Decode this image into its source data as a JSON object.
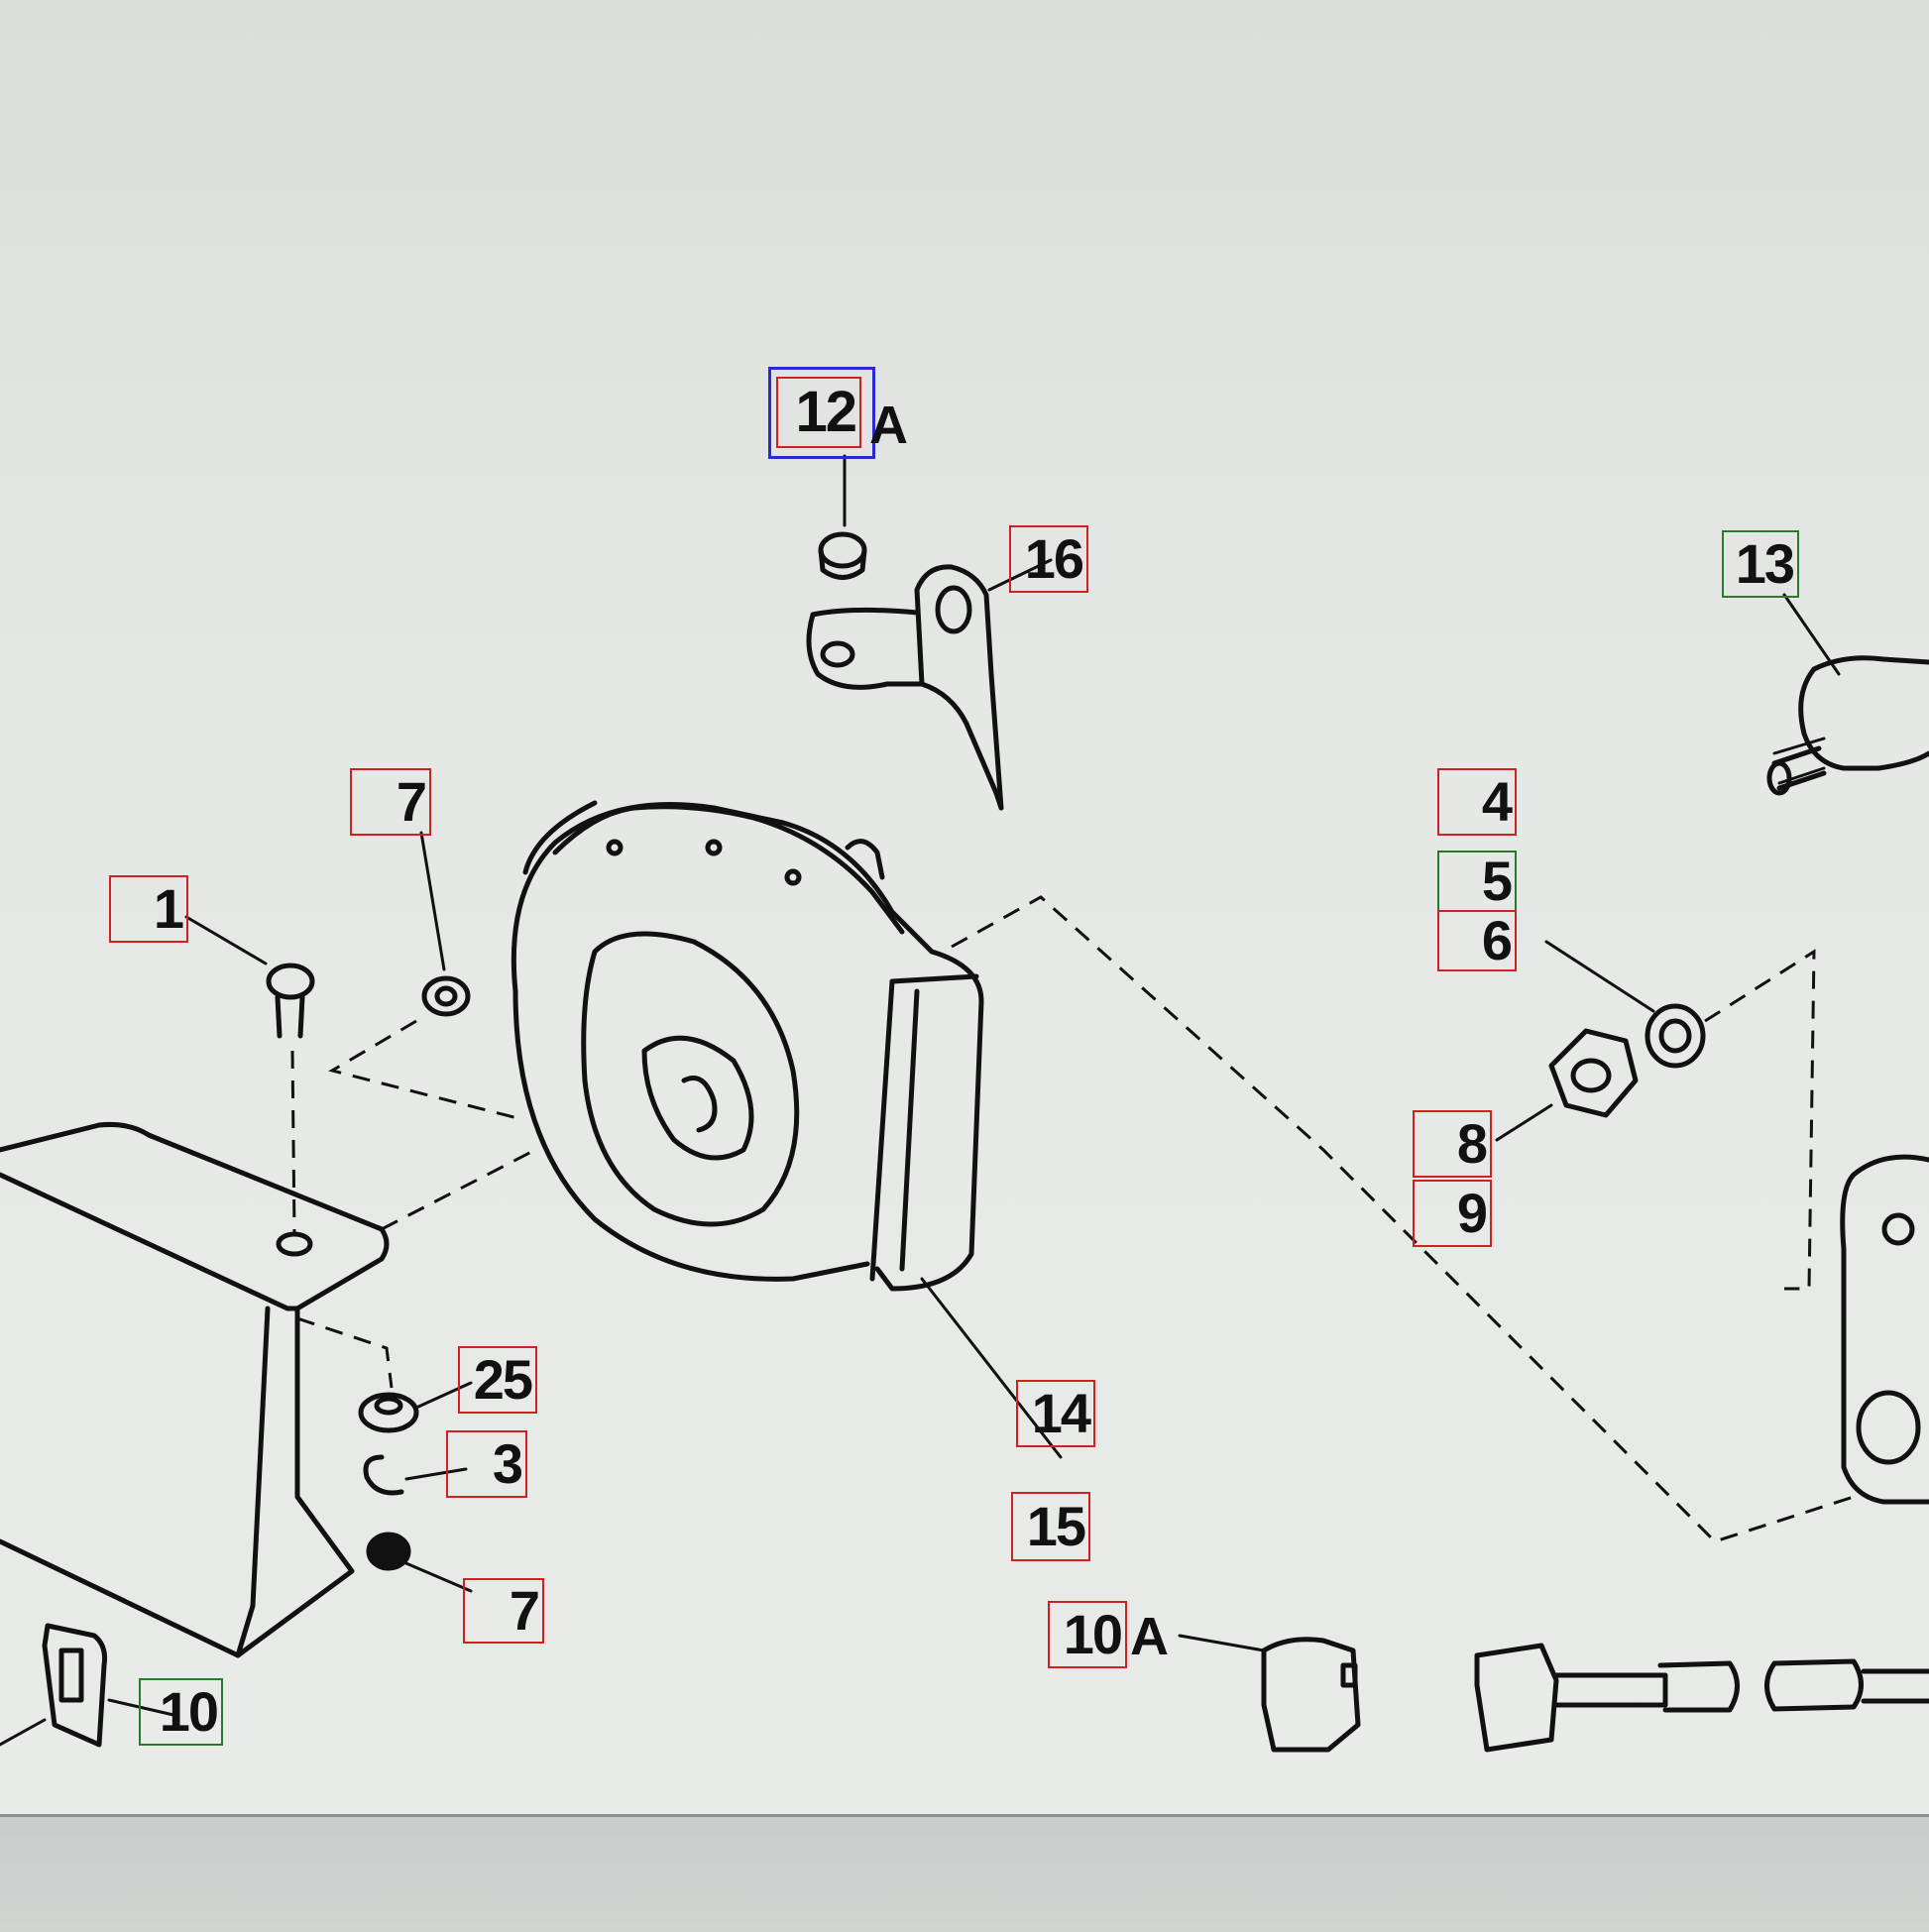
{
  "callouts": {
    "c12": "12",
    "c12_suffix": "A",
    "c16": "16",
    "c13": "13",
    "c7_top": "7",
    "c1": "1",
    "c4": "4",
    "c5": "5",
    "c6": "6",
    "c8": "8",
    "c9": "9",
    "c25": "25",
    "c3": "3",
    "c7_bottom": "7",
    "c14": "14",
    "c15": "15",
    "c10a": "10",
    "c10a_suffix": "A",
    "c10": "10"
  },
  "colors": {
    "red": "#d02020",
    "green": "#2a7a2a",
    "blue": "#2a2ad0",
    "ink": "#111111"
  }
}
